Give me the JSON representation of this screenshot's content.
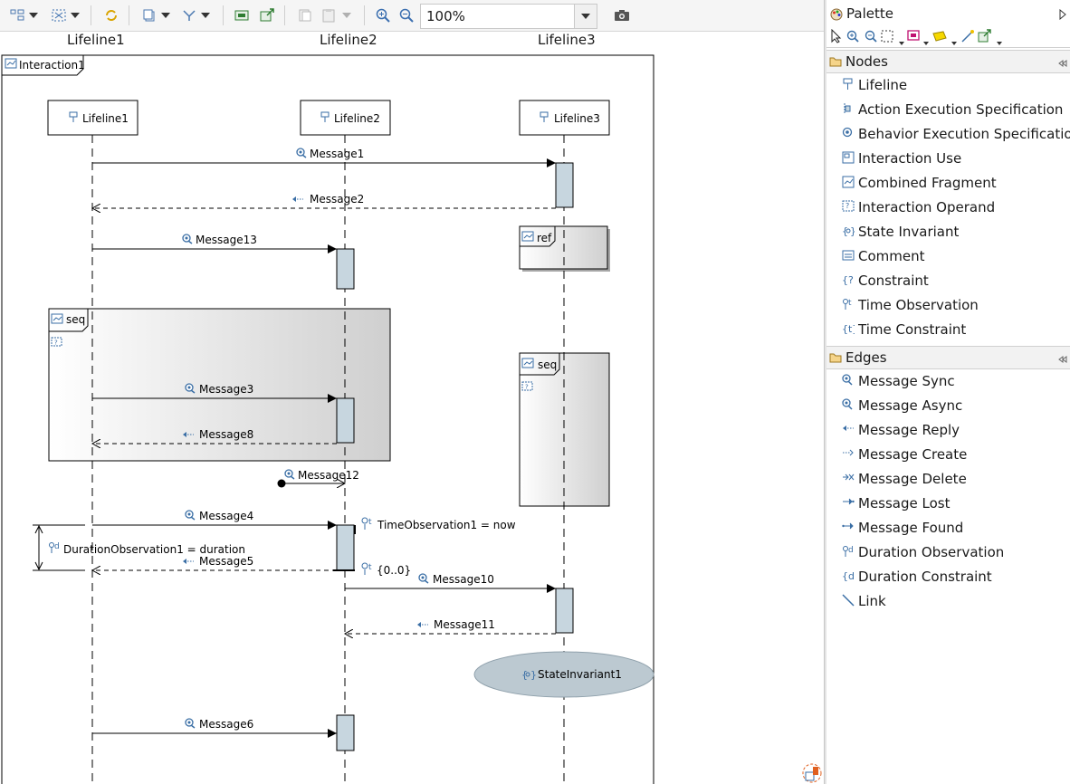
{
  "toolbar": {
    "zoom_value": "100%"
  },
  "lifeline_header": [
    "Lifeline1",
    "Lifeline2",
    "Lifeline3"
  ],
  "diagram": {
    "interaction_label": "Interaction1",
    "lifelines": [
      "Lifeline1",
      "Lifeline2",
      "Lifeline3"
    ],
    "messages": {
      "m1": "Message1",
      "m2": "Message2",
      "m13": "Message13",
      "m3": "Message3",
      "m8": "Message8",
      "m12": "Message12",
      "m4": "Message4",
      "m5": "Message5",
      "m10": "Message10",
      "m11": "Message11",
      "m6": "Message6"
    },
    "fragment_ref": "ref",
    "fragment_seq1": "seq",
    "fragment_seq2": "seq",
    "time_observation": "TimeObservation1 = now",
    "duration_observation": "DurationObservation1 = duration",
    "constraint": "{0..0}",
    "state_invariant": "StateInvariant1"
  },
  "palette": {
    "title": "Palette",
    "nodes_title": "Nodes",
    "nodes": [
      "Lifeline",
      "Action Execution Specification",
      "Behavior Execution Specification",
      "Interaction Use",
      "Combined Fragment",
      "Interaction Operand",
      "State Invariant",
      "Comment",
      "Constraint",
      "Time Observation",
      "Time Constraint"
    ],
    "edges_title": "Edges",
    "edges": [
      "Message Sync",
      "Message Async",
      "Message Reply",
      "Message Create",
      "Message Delete",
      "Message Lost",
      "Message Found",
      "Duration Observation",
      "Duration Constraint",
      "Link"
    ]
  }
}
